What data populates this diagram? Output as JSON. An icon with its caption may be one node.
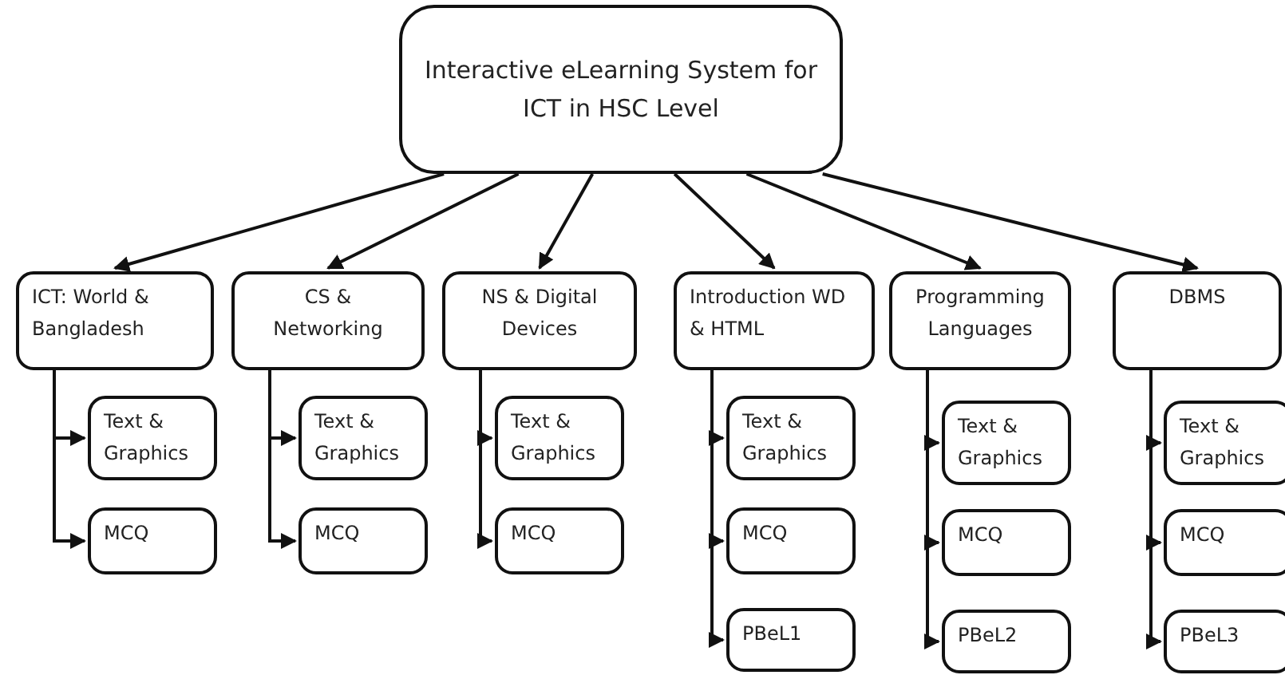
{
  "diagram": {
    "nodes": [
      {
        "text": [
          "Interactive eLearning System for ICT in HSC Level"
        ]
      },
      {
        "text": [
          "ICT: World & Bangladesh"
        ]
      },
      {
        "text": [
          "Text & Graphics"
        ]
      },
      {
        "text": [
          "MCQ"
        ]
      },
      {
        "text": [
          "CS & Networking"
        ]
      },
      {
        "text": [
          "Text & Graphics"
        ]
      },
      {
        "text": [
          "MCQ"
        ]
      },
      {
        "text": [
          "NS & Digital Devices"
        ]
      },
      {
        "text": [
          "Text & Graphics"
        ]
      },
      {
        "text": [
          "MCQ"
        ]
      },
      {
        "text": [
          "Introduction WD & HTML"
        ]
      },
      {
        "text": [
          "Text & Graphics"
        ]
      },
      {
        "text": [
          "MCQ"
        ]
      },
      {
        "text": [
          "PBeL1"
        ]
      },
      {
        "text": [
          "Programming Languages"
        ]
      },
      {
        "text": [
          "Text & Graphics"
        ]
      },
      {
        "text": [
          "MCQ"
        ]
      },
      {
        "text": [
          "PBeL2"
        ]
      },
      {
        "text": [
          "DBMS"
        ]
      },
      {
        "text": [
          "Text & Graphics"
        ]
      },
      {
        "text": [
          "MCQ"
        ]
      },
      {
        "text": [
          "PBeL3"
        ]
      }
    ],
    "edges": [
      {
        "from": 0,
        "to": 1,
        "arrow": "to"
      },
      {
        "from": 0,
        "to": 4,
        "arrow": "to"
      },
      {
        "from": 0,
        "to": 7,
        "arrow": "to"
      },
      {
        "from": 0,
        "to": 10,
        "arrow": "to"
      },
      {
        "from": 0,
        "to": 14,
        "arrow": "to"
      },
      {
        "from": 0,
        "to": 18,
        "arrow": "to"
      },
      {
        "from": 1,
        "to": 2,
        "arrow": "to"
      },
      {
        "from": 1,
        "to": 3,
        "arrow": "to"
      },
      {
        "from": 4,
        "to": 5,
        "arrow": "to"
      },
      {
        "from": 4,
        "to": 6,
        "arrow": "to"
      },
      {
        "from": 7,
        "to": 8,
        "arrow": "to"
      },
      {
        "from": 7,
        "to": 9,
        "arrow": "to"
      },
      {
        "from": 10,
        "to": 11,
        "arrow": "to"
      },
      {
        "from": 10,
        "to": 12,
        "arrow": "to"
      },
      {
        "from": 10,
        "to": 13,
        "arrow": "to"
      },
      {
        "from": 14,
        "to": 15,
        "arrow": "to"
      },
      {
        "from": 14,
        "to": 16,
        "arrow": "to"
      },
      {
        "from": 14,
        "to": 17,
        "arrow": "to"
      },
      {
        "from": 18,
        "to": 19,
        "arrow": "to"
      },
      {
        "from": 18,
        "to": 20,
        "arrow": "to"
      },
      {
        "from": 18,
        "to": 21,
        "arrow": "to"
      }
    ]
  }
}
